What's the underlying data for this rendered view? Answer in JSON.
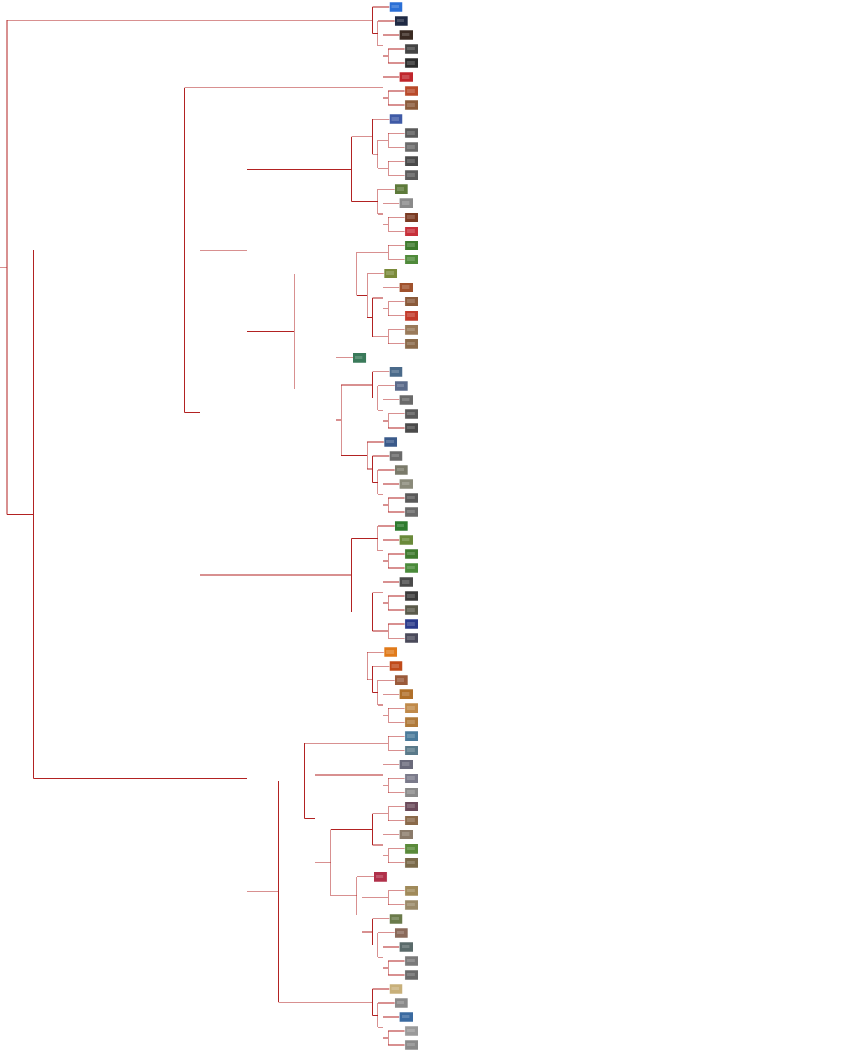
{
  "diagram": {
    "type": "dendrogram",
    "orientation": "left-to-right",
    "link_color": "#b22222",
    "background": "#ffffff",
    "leaf_kind": "image-thumbnail",
    "tree": [
      [
        "#2a6fd6",
        [
          "#1f2a44",
          [
            "#3a2a22",
            [
              "#444444",
              "#2c2c2c"
            ]
          ]
        ]
      ],
      [
        [
          [
            [
              "#c0262c",
              [
                "#b84a2a",
                "#8a5a3a"
              ]
            ],
            [
              [
                [
                  [
                    "#3f5aa6",
                    [
                      [
                        "#5a5a5a",
                        "#6a6a6a"
                      ],
                      [
                        "#4a4a4a",
                        "#5b5b5b"
                      ]
                    ]
                  ],
                  [
                    "#5d7a3a",
                    [
                      "#8a8a8a",
                      [
                        "#7a3a22",
                        "#c7303a"
                      ]
                    ]
                  ]
                ],
                [
                  [
                    [
                      "#3d7a2c",
                      "#4f8a3a"
                    ],
                    [
                      "#7a8a3a",
                      [
                        [
                          "#a0522d",
                          [
                            "#8a5a3a",
                            "#c23a2a"
                          ]
                        ],
                        [
                          "#9a7a5a",
                          "#8a6a4a"
                        ]
                      ]
                    ]
                  ],
                  [
                    "#3a7a5a",
                    [
                      [
                        "#4a6a8a",
                        [
                          "#5a6a8a",
                          [
                            "#6a6a6a",
                            [
                              "#5a5a5a",
                              "#4a4a4a"
                            ]
                          ]
                        ]
                      ],
                      [
                        "#3a5a8a",
                        [
                          "#6a6a6a",
                          [
                            "#7a7a6a",
                            [
                              "#8a8a7a",
                              [
                                "#5a5a5a",
                                "#6a6a6a"
                              ]
                            ]
                          ]
                        ]
                      ]
                    ]
                  ]
                ]
              ],
              [
                [
                  "#2e7a2e",
                  [
                    "#6a8a3a",
                    [
                      "#3f7a2f",
                      "#4a8a3a"
                    ]
                  ]
                ],
                [
                  [
                    "#4a4a4a",
                    [
                      "#3a3a3a",
                      "#5a5a4a"
                    ]
                  ],
                  [
                    "#2a3a8a",
                    "#4a4a5a"
                  ]
                ]
              ]
            ]
          ]
        ],
        [
          [
            "#e07a1a",
            [
              "#c04a1a",
              [
                "#9a5a3a",
                [
                  "#b0702a",
                  [
                    "#c08a4a",
                    "#b07a3a"
                  ]
                ]
              ]
            ]
          ],
          [
            [
              [
                "#4a7a9a",
                "#5a7a8a"
              ],
              [
                [
                  "#6a6a7a",
                  [
                    "#7a7a8a",
                    "#8a8a8a"
                  ]
                ],
                [
                  [
                    [
                      "#6a4a5a",
                      "#8a6a4a"
                    ],
                    [
                      "#8a7a6a",
                      [
                        "#5a8a3a",
                        "#7a6a4a"
                      ]
                    ]
                  ],
                  [
                    "#b0304a",
                    [
                      [
                        "#a08a5a",
                        "#9a8a6a"
                      ],
                      [
                        "#6a7a4a",
                        [
                          "#8a6a5a",
                          [
                            "#5a6a6a",
                            [
                              "#7a7a7a",
                              "#6a6a6a"
                            ]
                          ]
                        ]
                      ]
                    ]
                  ]
                ]
              ]
            ],
            [
              "#c8b07a",
              [
                "#8a8a8a",
                [
                  "#3a6aa0",
                  [
                    "#9a9a9a",
                    "#8a8a8a"
                  ]
                ]
              ]
            ]
          ]
        ]
      ]
    ]
  }
}
